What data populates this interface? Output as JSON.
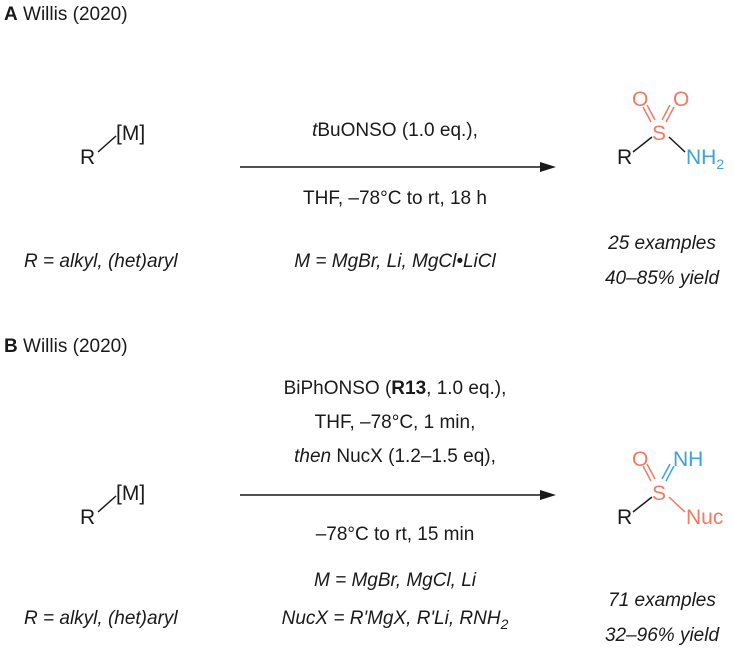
{
  "colors": {
    "oxygen": "#f07a62",
    "nitrogen": "#3fa2d8",
    "ink": "#1a1a1a"
  },
  "panel_a": {
    "letter": "A",
    "title": "Willis (2020)",
    "substrate": {
      "r": "R",
      "m": "[M]"
    },
    "reagent_top": {
      "italic": "t",
      "rest": "BuONSO (1.0 eq.),",
      "full": "tBuONSO (1.0 eq.),"
    },
    "reagent_bottom": "THF, –78°C to rt, 18 h",
    "r_def": "R = alkyl, (het)aryl",
    "m_def": "M = MgBr, Li, MgCl•LiCl",
    "product": {
      "o1": "O",
      "o2": "O",
      "s": "S",
      "r": "R",
      "nh": "NH",
      "sub": "2"
    },
    "examples": "25 examples",
    "yield": "40–85% yield"
  },
  "panel_b": {
    "letter": "B",
    "title": "Willis (2020)",
    "substrate": {
      "r": "R",
      "m": "[M]"
    },
    "reagent_line1": {
      "a": "BiPhONSO (",
      "bold": "R13",
      "b": ", 1.0 eq.),"
    },
    "reagent_line2": "THF, –78°C, 1 min,",
    "reagent_line3": {
      "italic": "then",
      "rest": " NucX (1.2–1.5 eq),",
      "full": "then NucX (1.2–1.5 eq),"
    },
    "reagent_bottom": "–78°C to rt, 15 min",
    "m_def": "M = MgBr, MgCl, Li",
    "r_def": "R = alkyl, (het)aryl",
    "nucx_def": {
      "text": "NucX = R'MgX, R'Li, RNH",
      "sub": "2"
    },
    "product": {
      "o": "O",
      "nh": "NH",
      "s": "S",
      "r": "R",
      "nuc": "Nuc"
    },
    "examples": "71 examples",
    "yield": "32–96% yield"
  }
}
